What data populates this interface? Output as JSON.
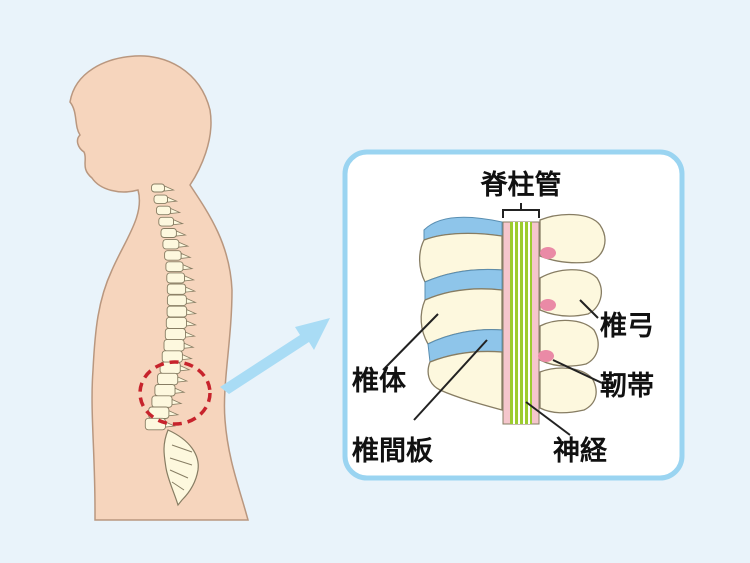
{
  "labels": {
    "spinal_canal": "脊柱管",
    "vertebral_arch": "椎弓",
    "ligament": "靭帯",
    "vertebral_body": "椎体",
    "nerve": "神経",
    "intervertebral_disc": "椎間板"
  },
  "colors": {
    "background": "#e9f3fa",
    "skin": "#f6d5bd",
    "skin_outline": "#b9977f",
    "bone": "#fdf8de",
    "bone_outline": "#877d63",
    "disc": "#8ec5ea",
    "nerve": "#9ccc2f",
    "canal": "#f5c6cc",
    "ligament": "#ea8aa6",
    "frame": "#9ad4f1",
    "arrow": "#a9dcf5",
    "highlight": "#c7232c"
  },
  "icons": [
    "arrow-right-icon"
  ]
}
